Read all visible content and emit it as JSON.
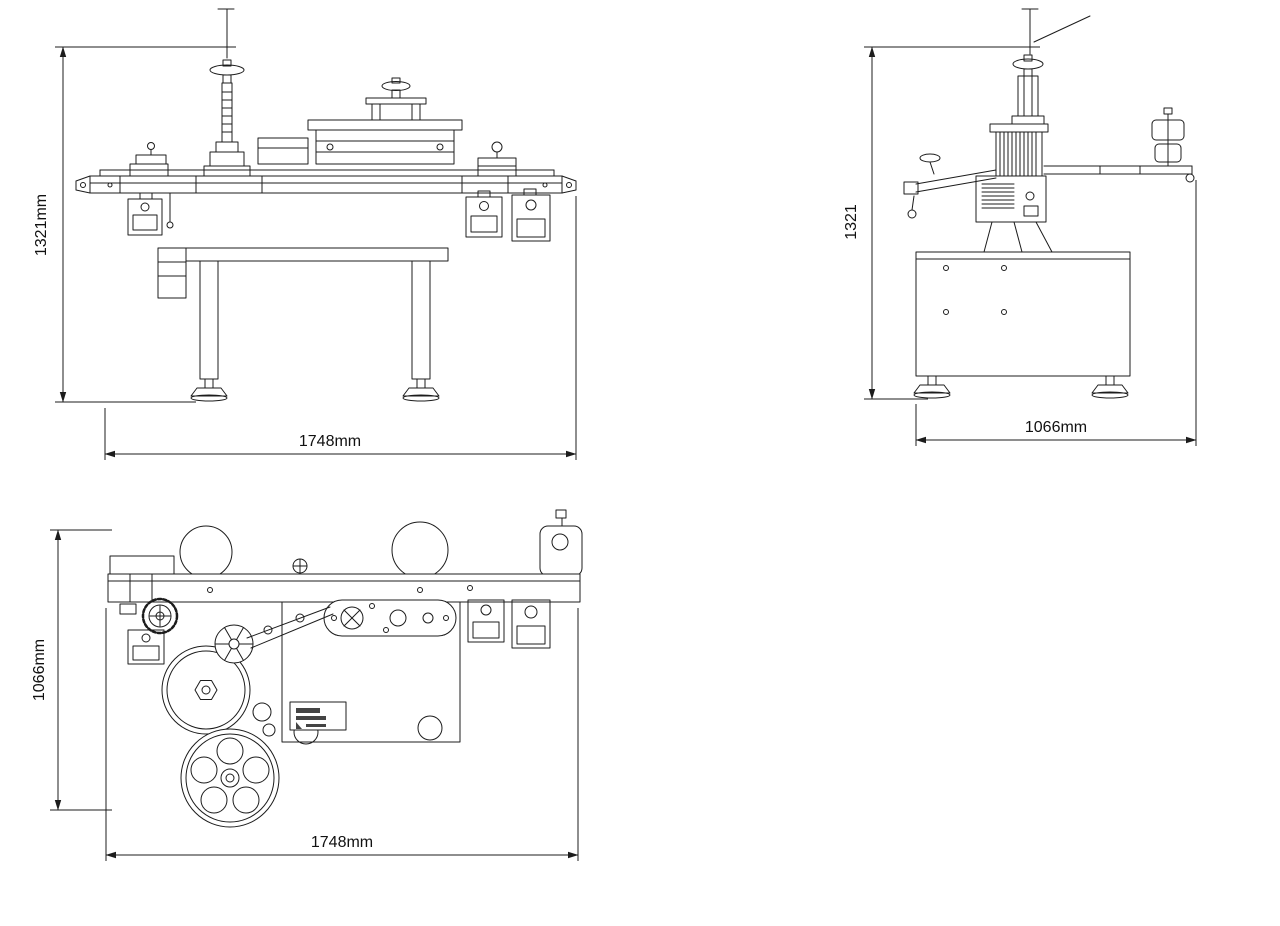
{
  "drawing": {
    "background": "#ffffff",
    "line_color": "#1c1c1c",
    "views": {
      "front": {
        "height_label": "1321mm",
        "width_label": "1748mm"
      },
      "side": {
        "height_label": "1321",
        "width_label": "1066mm"
      },
      "plan": {
        "height_label": "1066mm",
        "width_label": "1748mm"
      }
    }
  }
}
